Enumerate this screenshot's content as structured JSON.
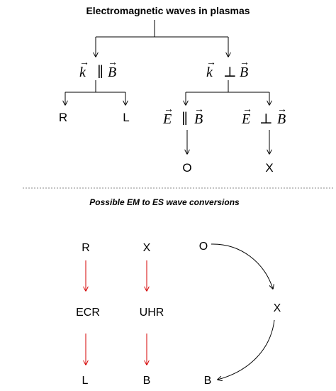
{
  "top": {
    "title": "Electromagnetic waves in plasmas",
    "branches": {
      "parallel": {
        "k": "k",
        "rel": "∥",
        "B": "B",
        "children": [
          "R",
          "L"
        ]
      },
      "perpendicular": {
        "k": "k",
        "rel": "⊥",
        "B": "B",
        "children": [
          {
            "E": "E",
            "rel": "∥",
            "B": "B",
            "mode": "O"
          },
          {
            "E": "E",
            "rel": "⊥",
            "B": "B",
            "mode": "X"
          }
        ]
      }
    }
  },
  "bottom": {
    "title": "Possible EM to ES wave conversions",
    "col1": [
      "R",
      "ECR",
      "L"
    ],
    "col2": [
      "X",
      "UHR",
      "B"
    ],
    "col3": [
      "O",
      "X",
      "B"
    ]
  },
  "colors": {
    "line": "#000000",
    "conversion_arrow": "#d40000",
    "divider": "#888888"
  }
}
